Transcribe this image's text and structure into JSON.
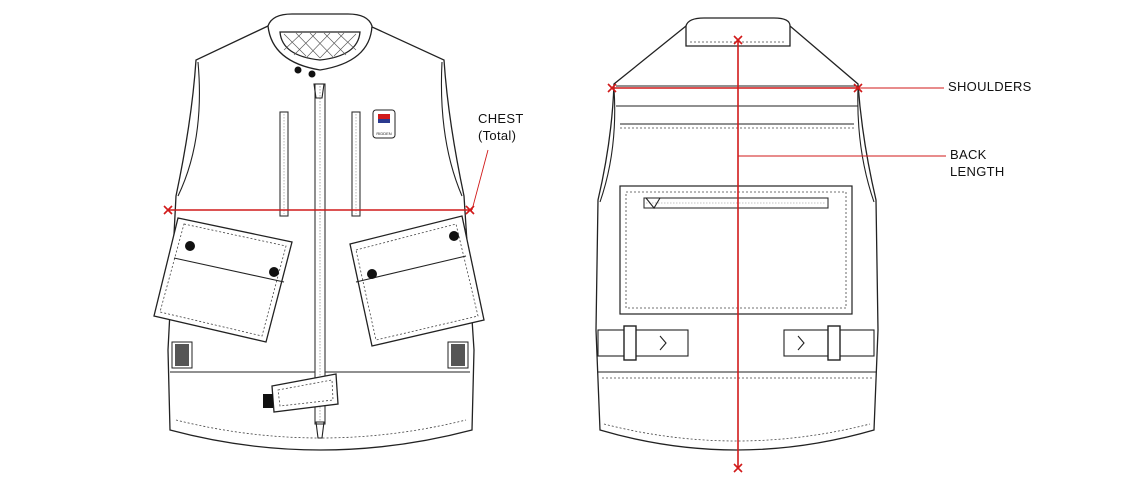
{
  "labels": {
    "chest_line1": "CHEST",
    "chest_line2": "(Total)",
    "shoulders": "SHOULDERS",
    "back_line1": "BACK",
    "back_line2": "LENGTH"
  },
  "badge": {
    "text": "RIDDEN"
  },
  "colors": {
    "measure_line": "#d11a1a",
    "outline": "#222222",
    "badge_blue": "#2b3a8f",
    "badge_red": "#d11a1a"
  }
}
